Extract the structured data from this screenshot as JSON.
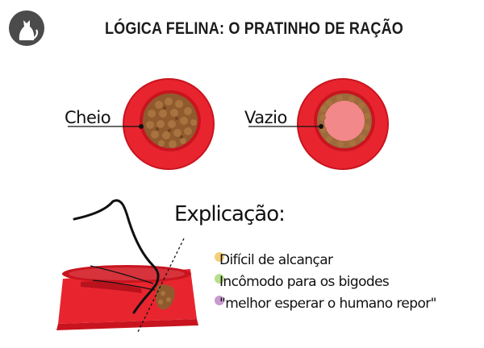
{
  "title": "LÓGICA FELINA: O PRATINHO DE RAÇÃO",
  "bowls": {
    "full_label": "Cheio",
    "empty_label": "Vazio"
  },
  "explanation": {
    "heading": "Explicação:",
    "reasons": [
      {
        "text": "Difícil de alcançar",
        "color": "#f4cf7a"
      },
      {
        "text": "Incômodo para os bigodes",
        "color": "#b9dd8e"
      },
      {
        "text": "\"melhor esperar o humano repor\"",
        "color": "#c79ad0"
      }
    ]
  },
  "colors": {
    "bowl_red": "#e8252f",
    "bowl_dark": "#c8141f",
    "bowl_inner": "#f2888a",
    "kibble": "#9c6a3c"
  },
  "icons": {
    "logo": "cat-silhouette-icon"
  }
}
